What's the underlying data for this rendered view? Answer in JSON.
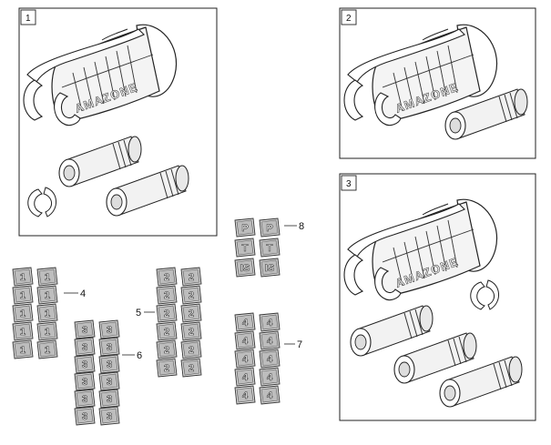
{
  "panels": [
    {
      "id": "1",
      "label": "1"
    },
    {
      "id": "2",
      "label": "2"
    },
    {
      "id": "3",
      "label": "3"
    }
  ],
  "grip_brand": "AMAZONE",
  "callouts": [
    {
      "id": "4",
      "label": "4",
      "key_symbol": "1"
    },
    {
      "id": "5",
      "label": "5",
      "key_symbol": "2"
    },
    {
      "id": "6",
      "label": "6",
      "key_symbol": "3"
    },
    {
      "id": "7",
      "label": "7",
      "key_symbol": "4"
    },
    {
      "id": "8",
      "label": "8",
      "key_symbols": [
        "P",
        "P",
        "T",
        "T",
        "IS",
        "IS"
      ]
    }
  ]
}
